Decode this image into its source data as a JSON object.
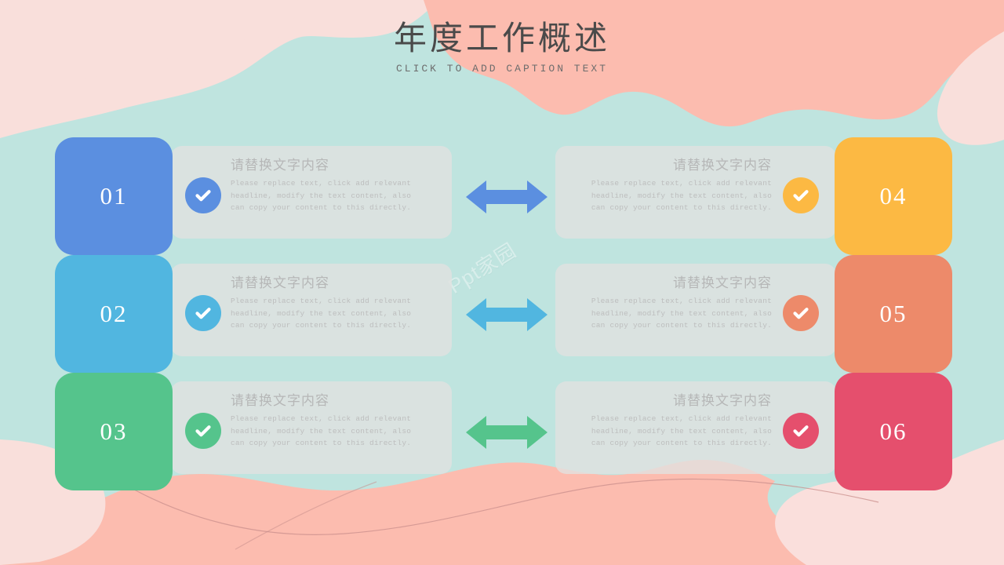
{
  "header": {
    "title": "年度工作概述",
    "subtitle": "CLICK TO ADD CAPTION TEXT"
  },
  "watermark": {
    "text": "Ppt家园"
  },
  "theme": {
    "bg_mint": "#bfe4df",
    "bg_pink_light": "#f7ded9",
    "bg_salmon": "#fcbcaf",
    "panel_gray": "#e1e1e0",
    "heading_gray": "#b6b7b7",
    "body_gray": "#bdbebe",
    "title_gray": "#4a4a4a",
    "curve_line": "#c98f8c"
  },
  "rows": [
    {
      "arrow_color": "#5b8fe0",
      "left": {
        "number": "01",
        "color": "#5b8fe0",
        "badge_icon": "check-circle-icon",
        "heading": "请替换文字内容",
        "body": "Please replace text, click add relevant headline, modify the text content, also can copy your content to this directly."
      },
      "right": {
        "number": "04",
        "color": "#fcb943",
        "badge_icon": "check-circle-icon",
        "heading": "请替换文字内容",
        "body": "Please replace text, click add relevant headline, modify the text content, also can copy your content to this directly."
      }
    },
    {
      "arrow_color": "#51b6e0",
      "left": {
        "number": "02",
        "color": "#51b6e0",
        "badge_icon": "check-circle-icon",
        "heading": "请替换文字内容",
        "body": "Please replace text, click add relevant headline, modify the text content, also can copy your content to this directly."
      },
      "right": {
        "number": "05",
        "color": "#ed8a6a",
        "badge_icon": "check-circle-icon",
        "heading": "请替换文字内容",
        "body": "Please replace text, click add relevant headline, modify the text content, also can copy your content to this directly."
      }
    },
    {
      "arrow_color": "#55c48c",
      "left": {
        "number": "03",
        "color": "#55c48c",
        "badge_icon": "check-circle-icon",
        "heading": "请替换文字内容",
        "body": "Please replace text, click add relevant headline, modify the text content, also can copy your content to this directly."
      },
      "right": {
        "number": "06",
        "color": "#e54f6d",
        "badge_icon": "check-circle-icon",
        "heading": "请替换文字内容",
        "body": "Please replace text, click add relevant headline, modify the text content, also can copy your content to this directly."
      }
    }
  ]
}
